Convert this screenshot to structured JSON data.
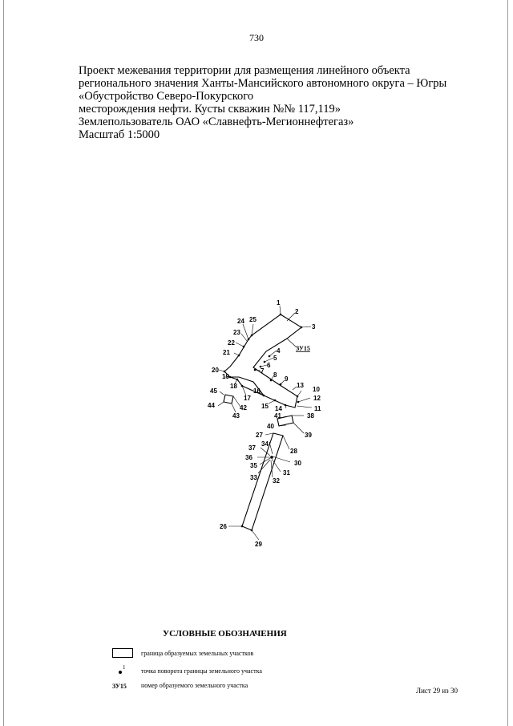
{
  "page_number": "730",
  "heading": {
    "lines": [
      "Проект межевания территории для размещения  линейного объекта",
      "регионального значения  Ханты-Мансийского автономного округа – Югры",
      "«Обустройство Северо-Покурского",
      "месторождения нефти. Кусты скважин №№ 117,119»",
      "Землепользователь ОАО «Славнефть-Мегионнефтегаз»",
      "Масштаб 1:5000"
    ]
  },
  "map": {
    "parcel_label": "ЗУ15",
    "points": [
      "1",
      "2",
      "3",
      "4",
      "5",
      "6",
      "7",
      "8",
      "9",
      "10",
      "11",
      "12",
      "13",
      "14",
      "15",
      "16",
      "17",
      "18",
      "19",
      "20",
      "21",
      "22",
      "23",
      "24",
      "25",
      "26",
      "27",
      "28",
      "29",
      "30",
      "31",
      "32",
      "33",
      "34",
      "35",
      "36",
      "37",
      "38",
      "39",
      "40",
      "41",
      "42",
      "43",
      "44",
      "45"
    ]
  },
  "legend": {
    "title": "УСЛОВНЫЕ ОБОЗНАЧЕНИЯ",
    "boundary_label": "граница образуемых земельных участков",
    "point_symbol_number": "1",
    "point_label": "точка поворота границы земельного участка",
    "parcel_symbol": "ЗУ15",
    "parcel_label": "номер образуемого земельного участка"
  },
  "footer": {
    "sheet": "Лист 29 из 30"
  }
}
